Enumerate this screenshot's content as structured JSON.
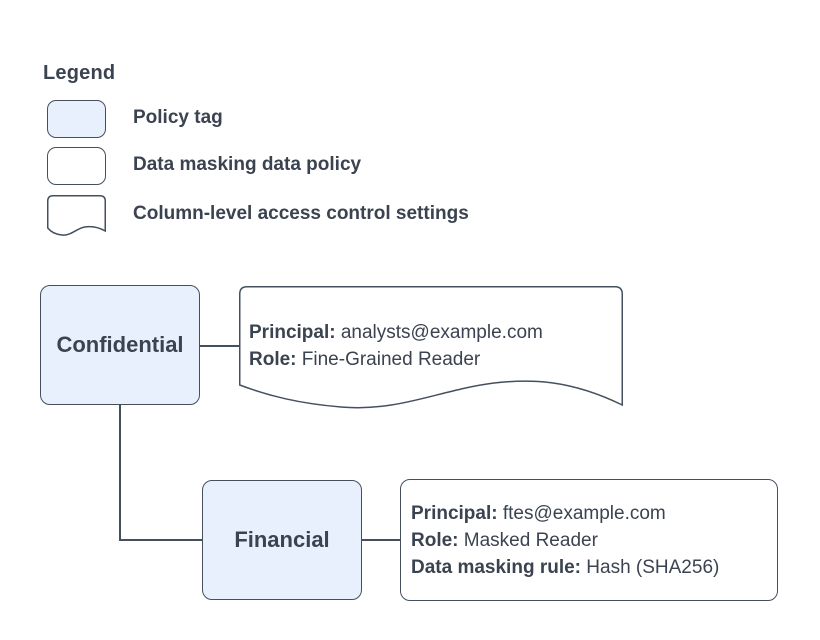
{
  "legend": {
    "title": "Legend",
    "items": [
      {
        "swatch": "policy-tag-swatch",
        "label": "Policy tag"
      },
      {
        "swatch": "data-masking-policy-swatch",
        "label": "Data masking data policy"
      },
      {
        "swatch": "column-access-control-swatch",
        "label": "Column-level access control settings"
      }
    ]
  },
  "diagram": {
    "nodes": {
      "confidential": {
        "label": "Confidential",
        "type": "policy-tag"
      },
      "financial": {
        "label": "Financial",
        "type": "policy-tag"
      }
    },
    "acl_note": {
      "type": "column-level-access-control-settings",
      "fields": [
        {
          "label": "Principal:",
          "value": " analysts@example.com"
        },
        {
          "label": "Role:",
          "value": " Fine-Grained Reader"
        }
      ]
    },
    "masking_policy": {
      "type": "data-masking-data-policy",
      "fields": [
        {
          "label": "Principal:",
          "value": " ftes@example.com"
        },
        {
          "label": "Role:",
          "value": " Masked Reader"
        },
        {
          "label": "Data masking rule:",
          "value": " Hash (SHA256)"
        }
      ]
    },
    "edges": [
      {
        "from": "confidential",
        "to": "acl_note"
      },
      {
        "from": "confidential",
        "to": "financial"
      },
      {
        "from": "financial",
        "to": "masking_policy"
      }
    ]
  },
  "colors": {
    "policy_tag_fill": "#E8F0FE",
    "shape_border": "#45505E",
    "text": "#3B4350",
    "background": "#FFFFFF"
  }
}
